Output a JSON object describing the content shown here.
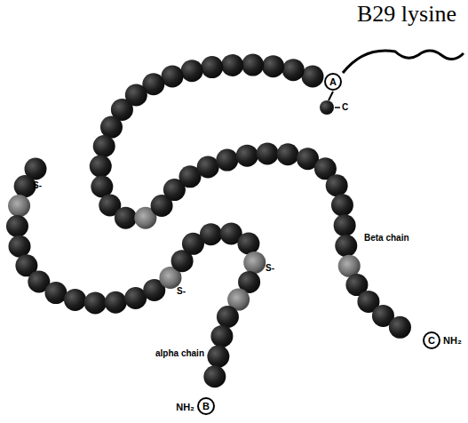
{
  "diagram": {
    "nodes": [
      {
        "text": [
          "A"
        ]
      },
      {
        "text": [
          "C"
        ]
      },
      {
        "text": [
          "B"
        ]
      }
    ],
    "labels": [
      "B29 lysine",
      "C",
      "S-",
      "S-",
      "S-",
      "Beta chain",
      "alpha chain",
      "NH₂",
      "NH₂"
    ]
  }
}
